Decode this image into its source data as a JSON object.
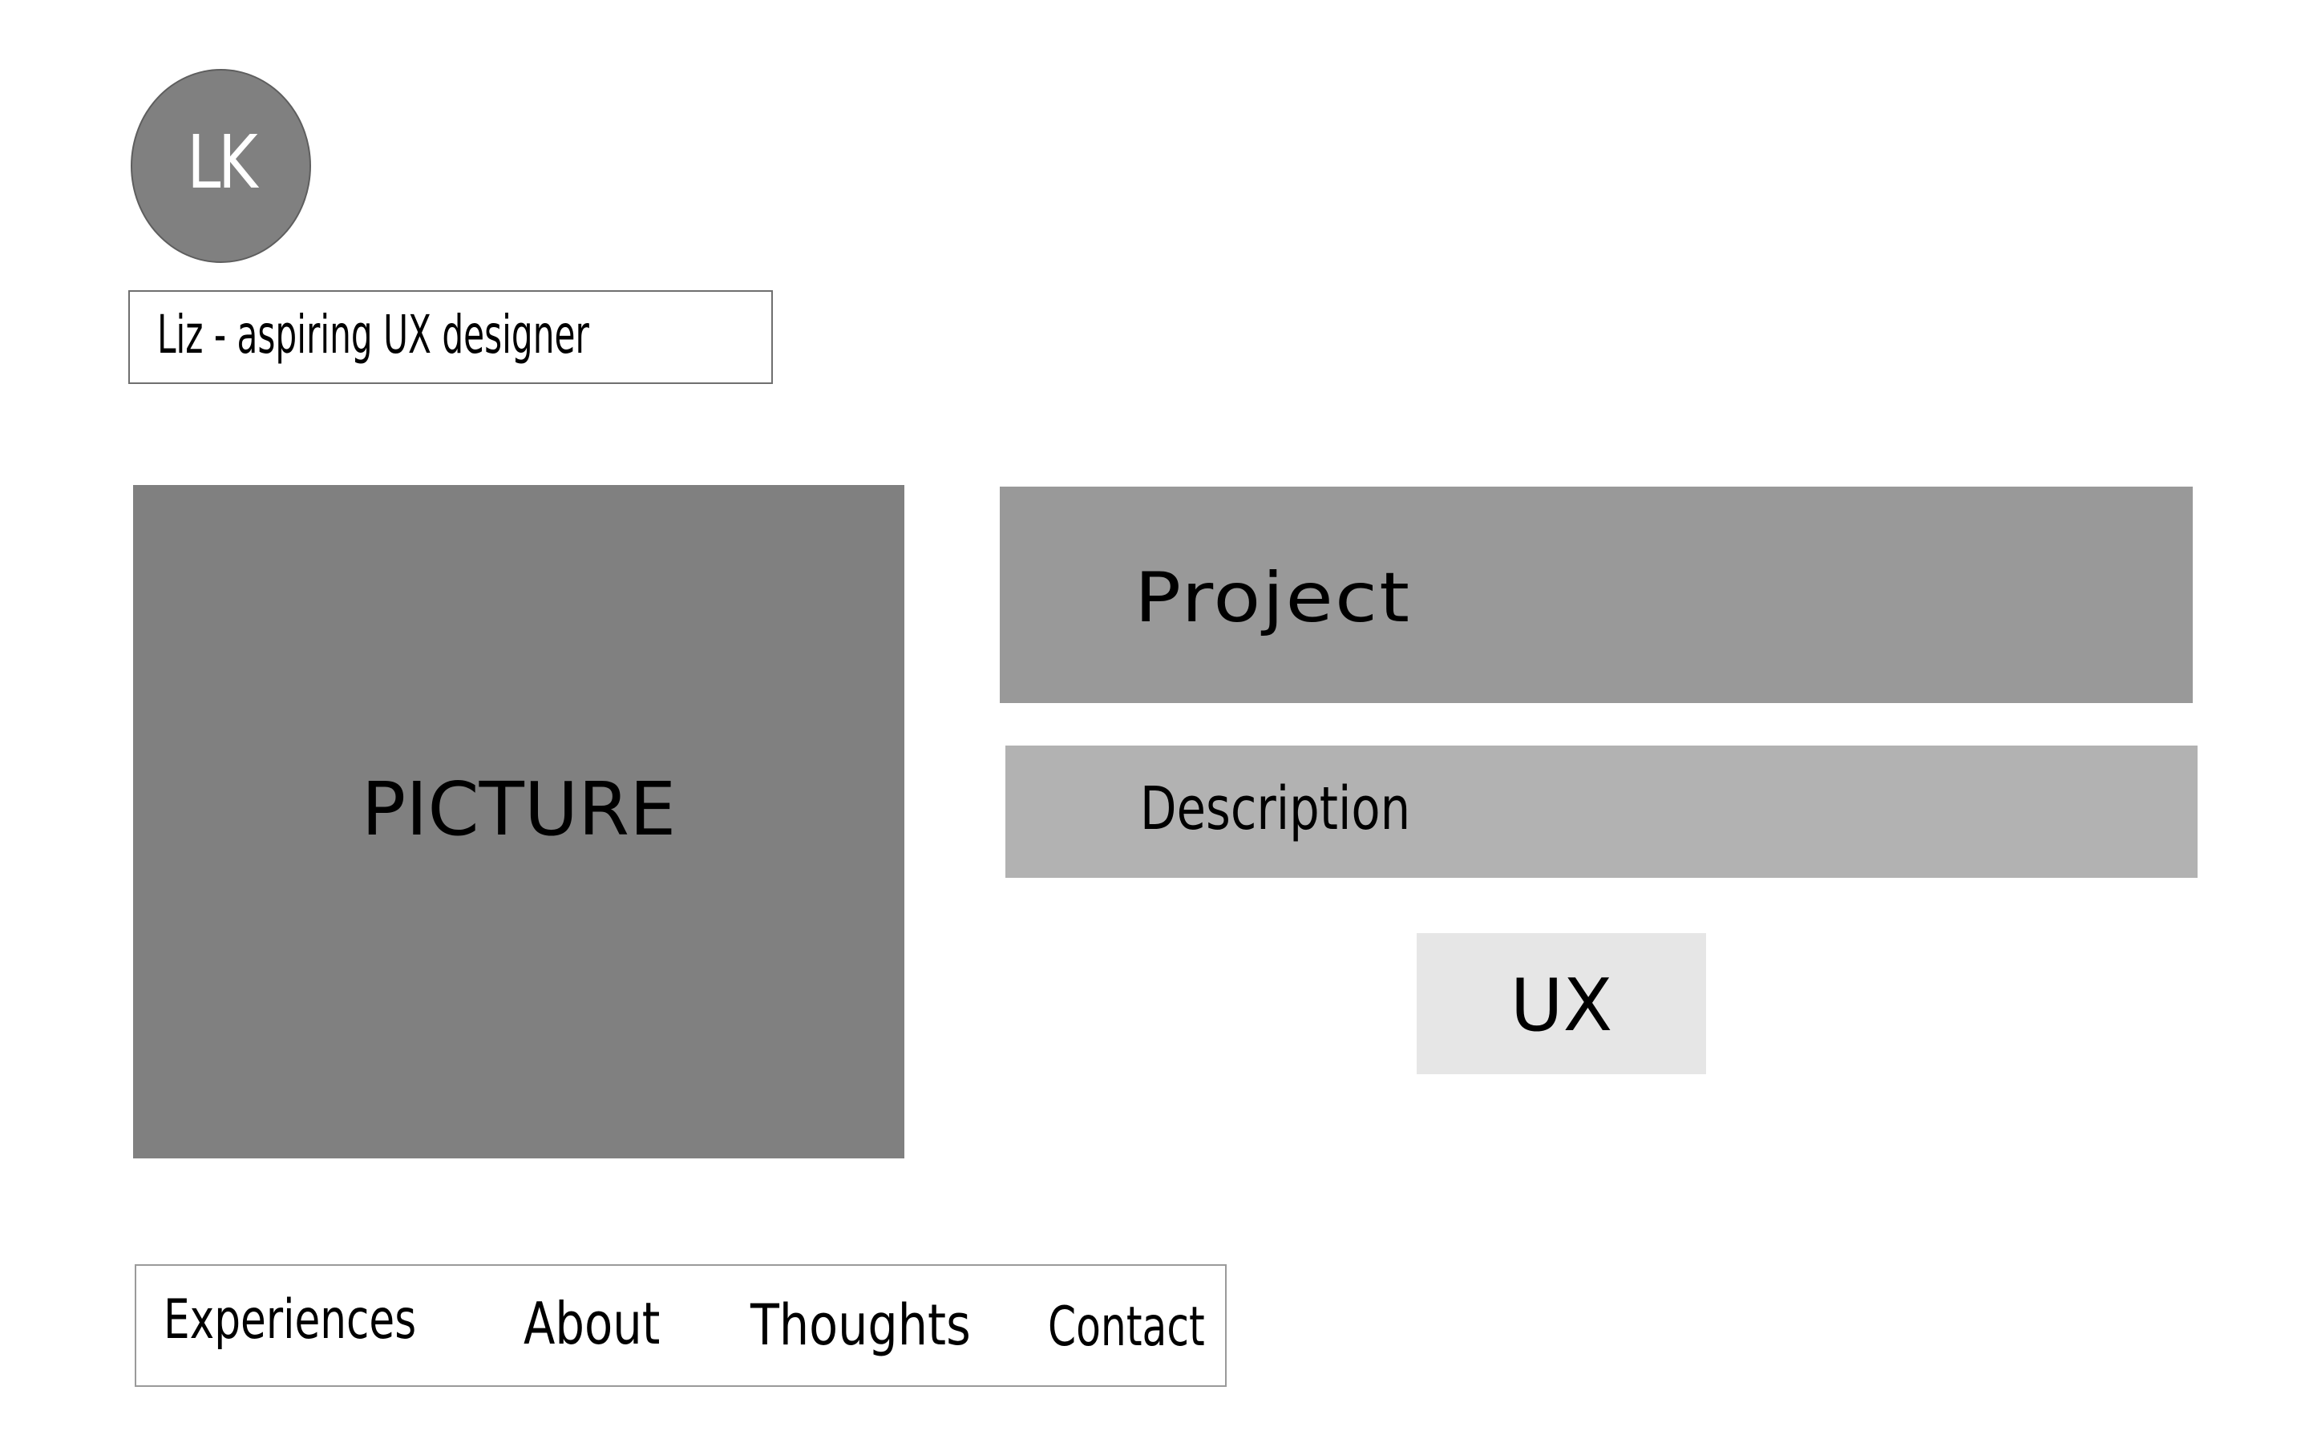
{
  "profile": {
    "initials": "LK",
    "tagline": "Liz - aspiring UX designer"
  },
  "project_card": {
    "picture_label": "PICTURE",
    "title": "Project",
    "description": "Description",
    "tag": "UX"
  },
  "nav": {
    "items": [
      {
        "label": "Experiences"
      },
      {
        "label": "About"
      },
      {
        "label": "Thoughts"
      },
      {
        "label": "Contact"
      }
    ]
  },
  "colors": {
    "avatar_fill": "#808080",
    "picture_fill": "#808080",
    "project_fill": "#999999",
    "description_fill": "#b2b2b2",
    "tag_fill": "#e6e6e6"
  }
}
